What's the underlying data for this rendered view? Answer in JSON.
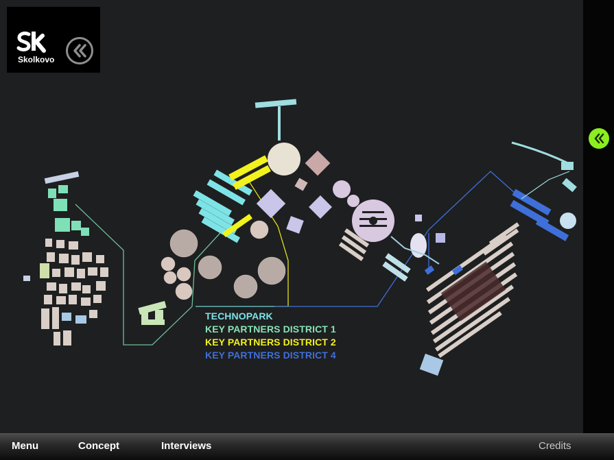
{
  "brand": {
    "label": "Skolkovo"
  },
  "legend": [
    {
      "label": "TECHNOPARK",
      "color": "#7ee3e6"
    },
    {
      "label": "KEY PARTNERS DISTRICT 1",
      "color": "#88e3b6"
    },
    {
      "label": "KEY PARTNERS DISTRICT 2",
      "color": "#f2f21e"
    },
    {
      "label": "KEY PARTNERS DISTRICT 4",
      "color": "#3f6fd8"
    }
  ],
  "nav": {
    "menu": "Menu",
    "concept": "Concept",
    "interviews": "Interviews",
    "credits": "Credits"
  },
  "icons": {
    "back": "double-chevron-left-icon",
    "panel_toggle": "double-chevron-left-icon"
  },
  "colors": {
    "background": "#1e1f20",
    "toggle_green": "#8bee1f",
    "district1": "#88e3b6",
    "district2": "#f2f21e",
    "district4": "#3f6fd8",
    "technopark": "#7ee3e6"
  }
}
